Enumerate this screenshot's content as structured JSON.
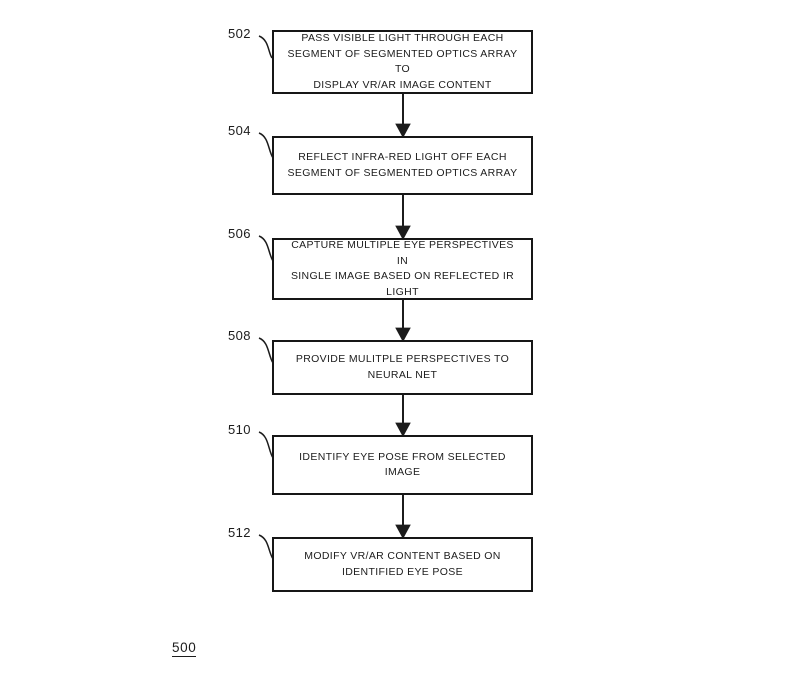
{
  "figure": {
    "label": "500",
    "title_note": "Patent flowchart figure"
  },
  "flowchart": {
    "steps": [
      {
        "ref": "502",
        "text": "PASS VISIBLE LIGHT THROUGH EACH\nSEGMENT OF SEGMENTED OPTICS ARRAY TO\nDISPLAY VR/AR IMAGE CONTENT"
      },
      {
        "ref": "504",
        "text": "REFLECT INFRA-RED LIGHT OFF EACH\nSEGMENT OF SEGMENTED OPTICS ARRAY"
      },
      {
        "ref": "506",
        "text": "CAPTURE MULTIPLE EYE PERSPECTIVES IN\nSINGLE IMAGE BASED ON REFLECTED IR\nLIGHT"
      },
      {
        "ref": "508",
        "text": "PROVIDE MULITPLE PERSPECTIVES TO\nNEURAL NET"
      },
      {
        "ref": "510",
        "text": "IDENTIFY EYE POSE FROM SELECTED IMAGE"
      },
      {
        "ref": "512",
        "text": "MODIFY VR/AR CONTENT BASED ON\nIDENTIFIED EYE POSE"
      }
    ],
    "connector_count": 5
  },
  "colors": {
    "background": "#ffffff",
    "ink": "#1c1c1c",
    "box_border": "#161616",
    "shadow": "#3a3a3a"
  }
}
